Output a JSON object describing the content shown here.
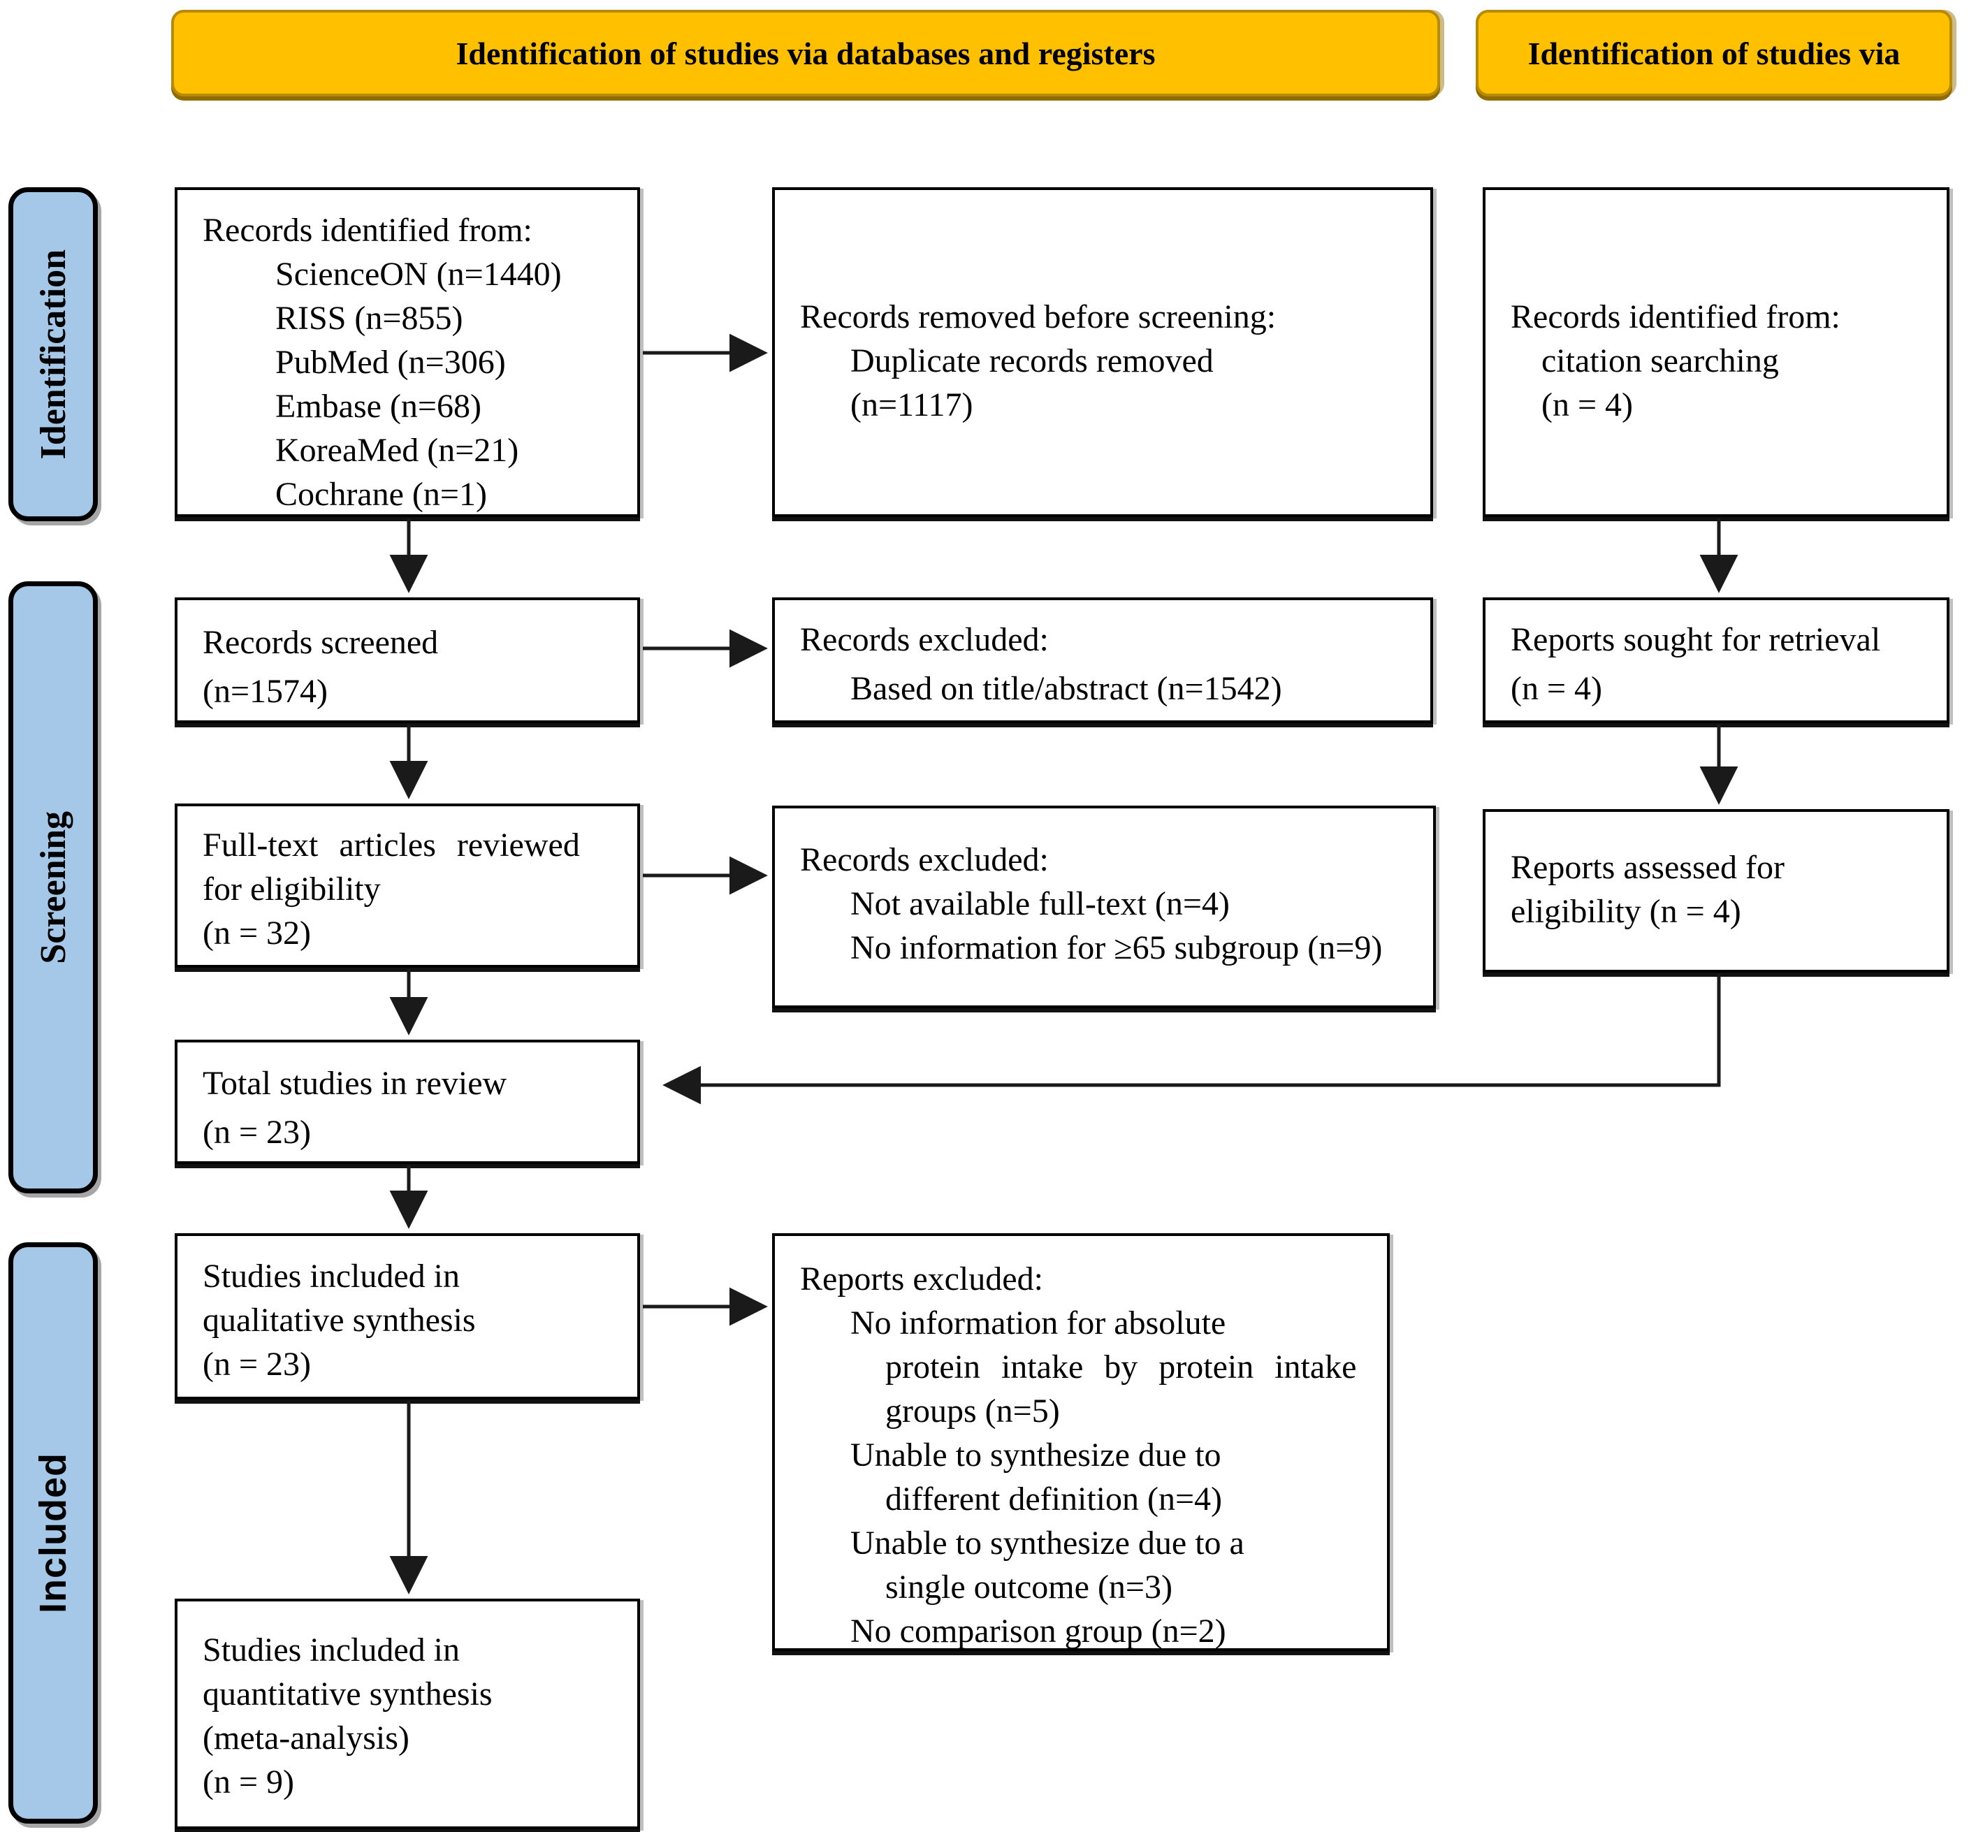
{
  "colors": {
    "banner_bg": "#FFC000",
    "banner_border": "#B88A00",
    "stage_bg": "#A5C8E9",
    "box_bg": "#FFFFFF",
    "box_border": "#000000",
    "arrow": "#1A1A1A"
  },
  "banners": {
    "databases": "Identification of studies via databases and registers",
    "other": "Identification of studies via"
  },
  "stages": {
    "identification": "Identification",
    "screening": "Screening",
    "included": "Included"
  },
  "boxes": {
    "records_identified": {
      "title": "Records identified from:",
      "items": [
        "ScienceON (n=1440)",
        "RISS (n=855)",
        "PubMed (n=306)",
        "Embase (n=68)",
        "KoreaMed (n=21)",
        "Cochrane (n=1)"
      ]
    },
    "records_removed": {
      "title": "Records removed before screening:",
      "items": [
        "Duplicate records removed",
        "(n=1117)"
      ]
    },
    "citation_identified": {
      "title": "Records identified from:",
      "items": [
        "citation searching",
        "(n = 4)"
      ]
    },
    "records_screened": {
      "lines": [
        "Records screened",
        "(n=1574)"
      ]
    },
    "records_excluded_title_abstract": {
      "title": "Records excluded:",
      "items": [
        "Based on title/abstract (n=1542)"
      ]
    },
    "reports_sought": {
      "lines": [
        "Reports sought for retrieval",
        "(n = 4)"
      ]
    },
    "fulltext_reviewed": {
      "lines": [
        "Full-text articles reviewed",
        "for eligibility",
        "(n = 32)"
      ]
    },
    "records_excluded_fulltext": {
      "title": "Records excluded:",
      "items": [
        "Not available full-text (n=4)",
        "No information for ≥65 subgroup (n=9)"
      ]
    },
    "reports_assessed": {
      "lines": [
        "Reports assessed for",
        "eligibility (n = 4)"
      ]
    },
    "total_studies": {
      "lines": [
        "Total studies in review",
        "(n = 23)"
      ]
    },
    "qualitative_synthesis": {
      "lines": [
        "Studies included in",
        "qualitative synthesis",
        "(n = 23)"
      ]
    },
    "reports_excluded": {
      "title": "Reports excluded:",
      "items": [
        "No information for absolute",
        "protein intake by protein intake",
        "groups (n=5)",
        "Unable to synthesize due to",
        "different definition (n=4)",
        "Unable to synthesize due to a",
        "single outcome (n=3)",
        "No comparison group (n=2)"
      ]
    },
    "quantitative_synthesis": {
      "lines": [
        "Studies included in",
        "quantitative synthesis",
        "(meta-analysis)",
        "(n = 9)"
      ]
    }
  }
}
